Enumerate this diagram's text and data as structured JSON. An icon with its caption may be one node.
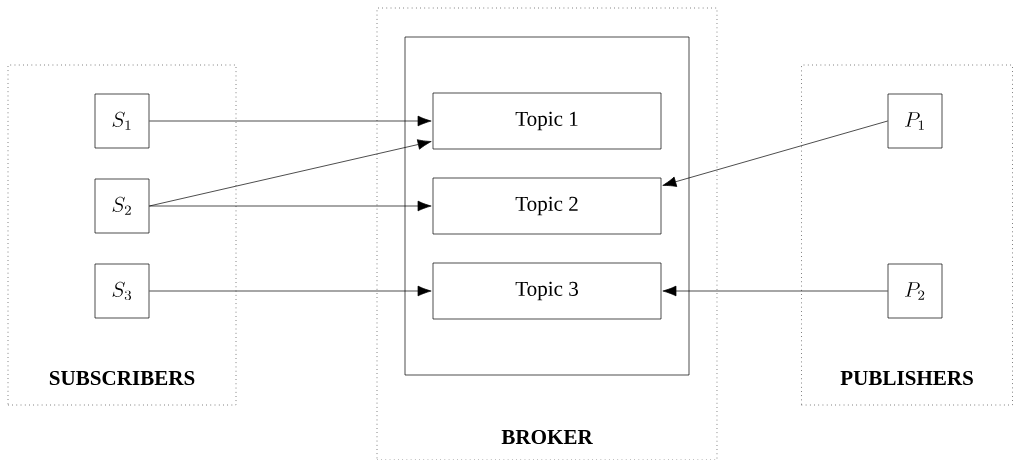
{
  "diagram": {
    "nodes": [
      {
        "text": [
          "SUBSCRIBERS"
        ]
      },
      {
        "text": [
          "S_1"
        ],
        "in": 0
      },
      {
        "text": [
          "S_2"
        ],
        "in": 0
      },
      {
        "text": [
          "S_3"
        ],
        "in": 0
      },
      {
        "text": [
          "BROKER"
        ]
      },
      {
        "text": [],
        "shape": "box",
        "in": 4
      },
      {
        "text": [
          "Topic 1"
        ],
        "in": 5
      },
      {
        "text": [
          "Topic 2"
        ],
        "in": 5
      },
      {
        "text": [
          "Topic 3"
        ],
        "in": 5
      },
      {
        "text": [
          "PUBLISHERS"
        ]
      },
      {
        "text": [
          "P_1"
        ],
        "in": 9
      },
      {
        "text": [
          "P_2"
        ],
        "in": 9
      }
    ],
    "edges": [
      {
        "from": 1,
        "to": 6,
        "arrow": "to"
      },
      {
        "from": 2,
        "to": 6,
        "arrow": "to"
      },
      {
        "from": 2,
        "to": 7,
        "arrow": "to"
      },
      {
        "from": 3,
        "to": 8,
        "arrow": "to"
      },
      {
        "from": 10,
        "to": 7,
        "arrow": "to"
      },
      {
        "from": 11,
        "to": 8,
        "arrow": "to"
      }
    ]
  }
}
